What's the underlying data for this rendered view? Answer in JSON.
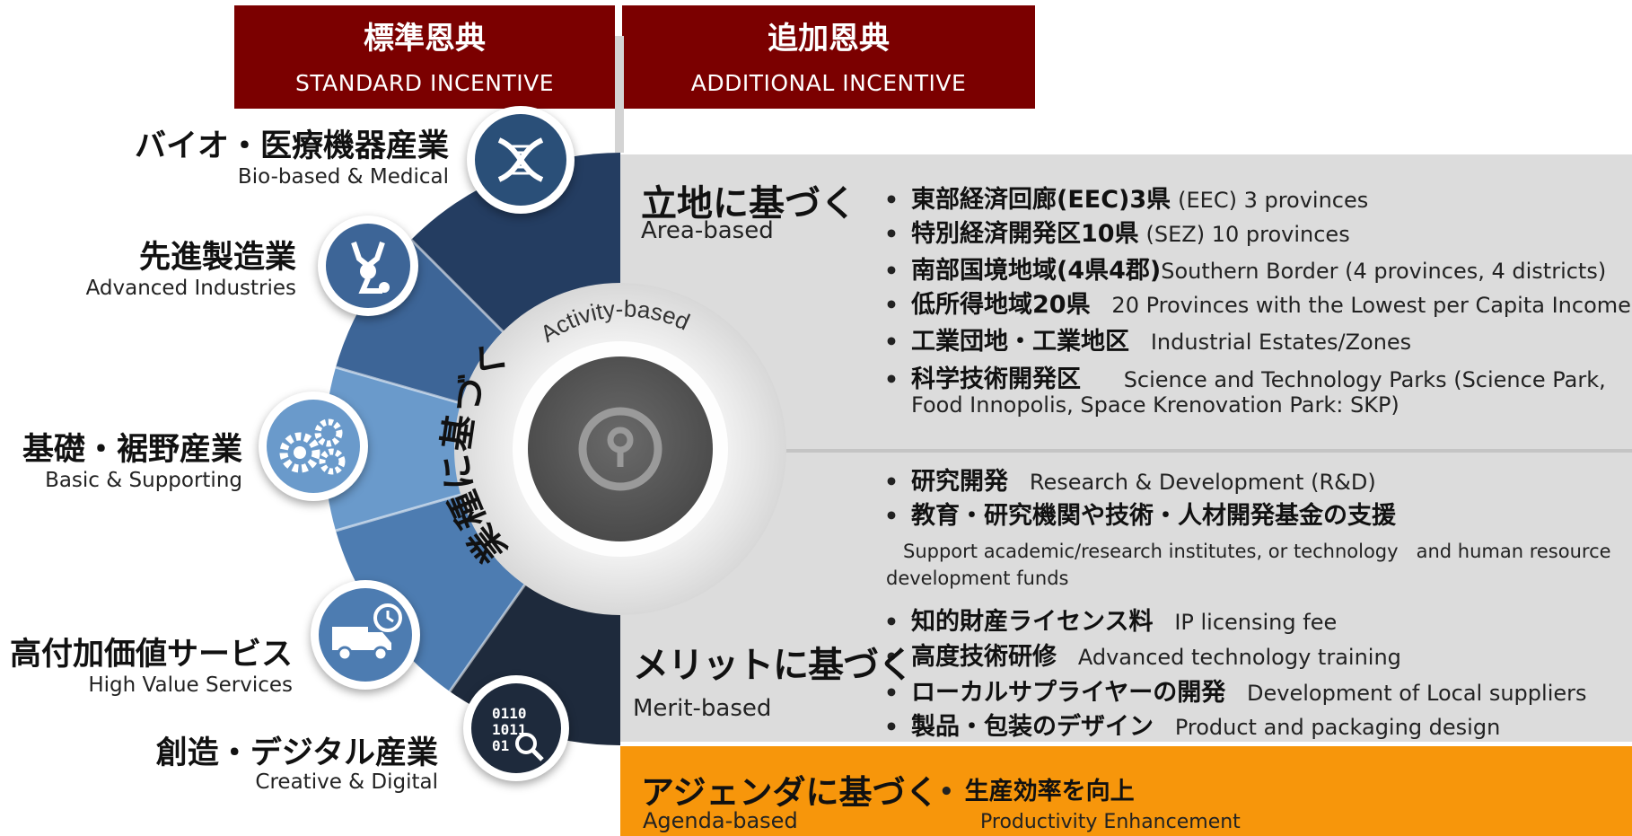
{
  "headers": {
    "standard": {
      "jp": "標準恩典",
      "en": "STANDARD INCENTIVE"
    },
    "additional": {
      "jp": "追加恩典",
      "en": "ADDITIONAL INCENTIVE"
    }
  },
  "colors": {
    "header_bg": "#7b0000",
    "panel_grey": "#dcdcdc",
    "agenda_orange": "#f7960b",
    "dark_navy": "#1e2a3c"
  },
  "industries": [
    {
      "jp": "バイオ・医療機器産業",
      "en": "Bio-based & Medical",
      "icon": "dna-icon"
    },
    {
      "jp": "先進製造業",
      "en": "Advanced Industries",
      "icon": "robot-arm-icon"
    },
    {
      "jp": "基礎・裾野産業",
      "en": "Basic & Supporting",
      "icon": "gears-icon"
    },
    {
      "jp": "高付加価値サービス",
      "en": "High Value Services",
      "icon": "delivery-truck-icon"
    },
    {
      "jp": "創造・デジタル産業",
      "en": "Creative & Digital",
      "icon": "binary-search-icon"
    }
  ],
  "center": {
    "jp": "業種に基づく",
    "en": "Activity-based",
    "icon": "key-icon"
  },
  "area": {
    "jp": "立地に基づく",
    "en": "Area-based",
    "items": [
      {
        "jp": "東部経済回廊(EEC)3県",
        "en": "(EEC) 3 provinces"
      },
      {
        "jp": "特別経済開発区10県",
        "en": "(SEZ) 10 provinces"
      },
      {
        "jp": "南部国境地域(4県4郡)",
        "en": "Southern Border (4 provinces, 4 districts)"
      },
      {
        "jp": "低所得地域20県",
        "en": "20 Provinces with the Lowest per Capita Income"
      },
      {
        "jp": "工業団地・工業地区",
        "en": "Industrial Estates/Zones"
      },
      {
        "jp": "科学技術開発区",
        "en": "Science and Technology Parks (Science Park,",
        "en2": "Food Innopolis, Space Krenovation Park: SKP)"
      }
    ]
  },
  "merit": {
    "jp": "メリットに基づく",
    "en": "Merit-based",
    "items": [
      {
        "jp": "研究開発",
        "en": "Research & Development (R&D)"
      },
      {
        "jp": "教育・研究機関や技術・人材開発基金の支援",
        "en": ""
      },
      {
        "jp": "知的財産ライセンス料",
        "en": "IP licensing fee"
      },
      {
        "jp": "高度技術研修",
        "en": "Advanced technology training"
      },
      {
        "jp": "ローカルサプライヤーの開発",
        "en": "Development of Local suppliers"
      },
      {
        "jp": "製品・包装のデザイン",
        "en": "Product and packaging design"
      }
    ],
    "support_note_1": "Support academic/research institutes, or technology   and human resource",
    "support_note_2": "development funds"
  },
  "agenda": {
    "jp": "アジェンダに基づく",
    "en": "Agenda-based",
    "item_jp": "生産効率を向上",
    "item_en": "Productivity Enhancement",
    "bullet": "•"
  },
  "bullet": "•"
}
